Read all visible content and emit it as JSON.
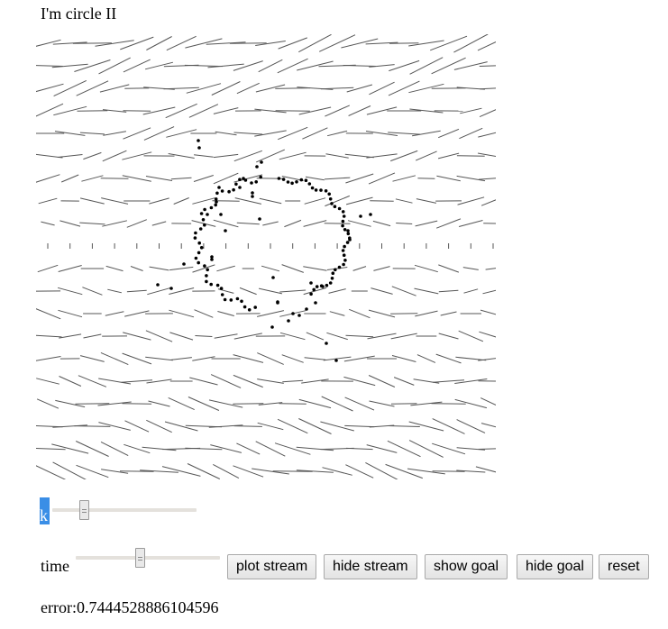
{
  "title": "I'm circle II",
  "controls": {
    "k_label": "k",
    "k_value": 0.2,
    "time_label": "time",
    "time_value": 0.45
  },
  "buttons": {
    "plot_stream": "plot stream",
    "hide_stream": "hide stream",
    "show_goal": "show goal",
    "hide_goal": "hide goal",
    "reset": "reset"
  },
  "status": {
    "error_prefix": "error:",
    "error_value": "0.7444528886104596"
  },
  "colors": {
    "field_line": "#555555",
    "point": "#000000",
    "highlight": "#3a8ee6"
  }
}
